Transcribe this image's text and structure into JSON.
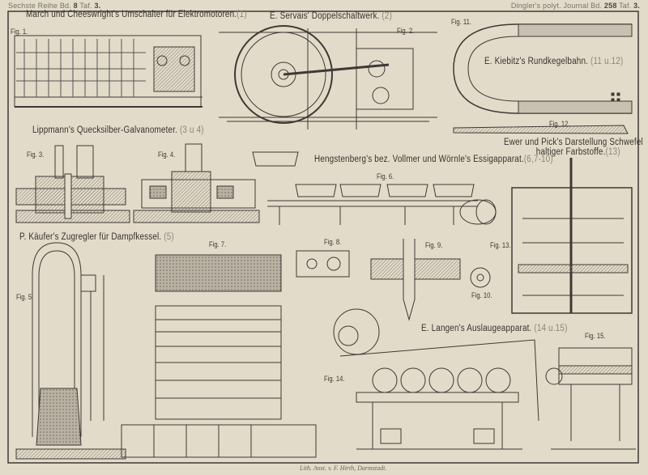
{
  "header": {
    "left_prefix": "Sechste Reihe Bd.",
    "left_vol": "8",
    "left_taf_prefix": "Taf.",
    "left_taf": "3.",
    "right_prefix": "Dingler's polyt. Journal Bd.",
    "right_vol": "258",
    "right_taf_prefix": "Taf.",
    "right_taf": "3."
  },
  "titles": [
    {
      "text": "March und Cheeswright's Umschalter für Elektromotoren.",
      "ref": "(1)"
    },
    {
      "text": "E. Servais' Doppelschaltwerk.",
      "ref": "(2)"
    },
    {
      "text": "E. Kiebitz's Rundkegelbahn.",
      "ref": "(11 u.12)"
    },
    {
      "text": "Lippmann's Quecksilber-Galvanometer.",
      "ref": "(3 u 4)"
    },
    {
      "text": "Hengstenberg's bez. Vollmer und Wörnle's Essigapparat.",
      "ref": "(6,7-10)"
    },
    {
      "text": "Ewer und Pick's Darstellung Schwefel",
      "line2": "haltiger Farbstoffe.",
      "ref": "(13)"
    },
    {
      "text": "P. Käufer's Zugregler für Dampfkessel.",
      "ref": "(5)"
    },
    {
      "text": "E. Langen's Auslaugeapparat.",
      "ref": "(14 u.15)"
    }
  ],
  "figures": [
    "Fig. 1.",
    "Fig. 2.",
    "Fig. 11.",
    "Fig. 12.",
    "Fig. 3.",
    "Fig. 4.",
    "Fig. 6.",
    "Fig. 5.",
    "Fig. 7.",
    "Fig. 8.",
    "Fig. 9.",
    "Fig. 13.",
    "Fig. 10.",
    "Fig. 14.",
    "Fig. 15."
  ],
  "footer": "Lith. Anst. v. F. Hirth, Darmstadt.",
  "colors": {
    "paper": "#e3dbc9",
    "ink": "#3a3834",
    "hatch": "#8a857b"
  }
}
